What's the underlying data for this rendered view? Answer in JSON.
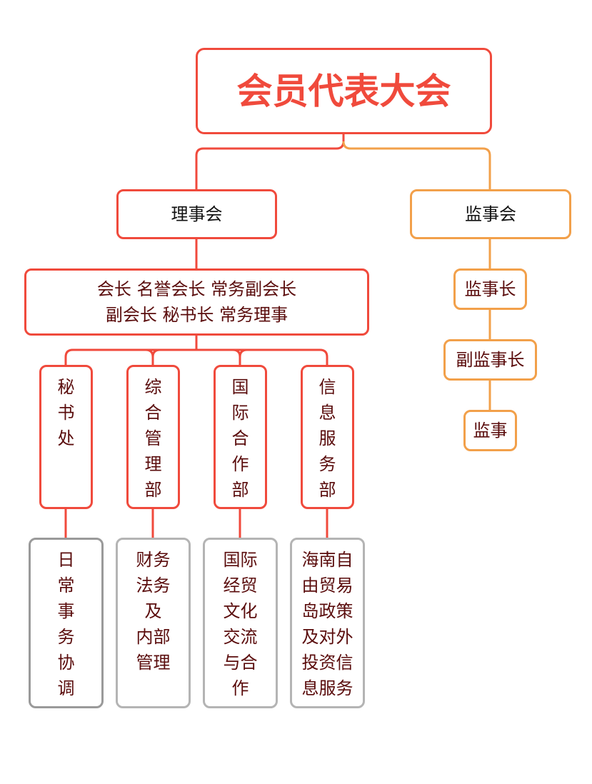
{
  "title": "会员代表大会",
  "council": "理事会",
  "supervisory_board": "监事会",
  "leadership": {
    "line1": "会长 名誉会长 常务副会长",
    "line2": "副会长 秘书长 常务理事"
  },
  "departments": [
    {
      "name": [
        "秘",
        "书",
        "处"
      ],
      "duty": [
        "日",
        "常",
        "事",
        "务",
        "协",
        "调"
      ]
    },
    {
      "name": [
        "综",
        "合",
        "管",
        "理",
        "部"
      ],
      "duty": [
        "财务",
        "法务",
        "及",
        "内部",
        "管理"
      ]
    },
    {
      "name": [
        "国",
        "际",
        "合",
        "作",
        "部"
      ],
      "duty": [
        "国际",
        "经贸",
        "文化",
        "交流",
        "与合",
        "作"
      ]
    },
    {
      "name": [
        "信",
        "息",
        "服",
        "务",
        "部"
      ],
      "duty": [
        "海南自",
        "由贸易",
        "岛政策",
        "及对外",
        "投资信",
        "息服务"
      ]
    }
  ],
  "supervisors": [
    "监事长",
    "副监事长",
    "监事"
  ],
  "colors": {
    "red": "#f04a3c",
    "orange": "#f2a04a",
    "gray": "#b4b4b4",
    "text": "#5a0c0c"
  }
}
